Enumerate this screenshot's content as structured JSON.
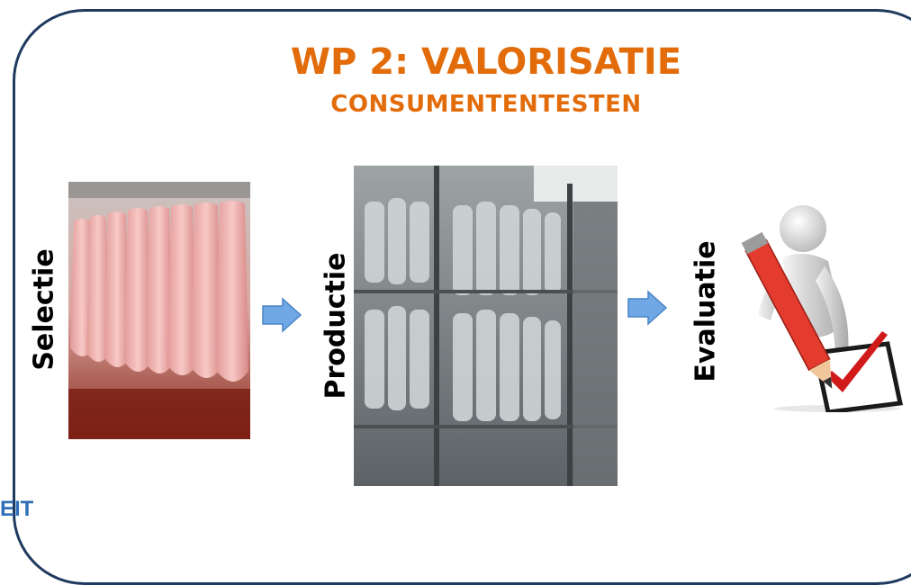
{
  "title": "WP 2: VALORISATIE",
  "subtitle": "CONSUMENTENTESTEN",
  "steps": [
    {
      "label": "Selectie"
    },
    {
      "label": "Productie"
    },
    {
      "label": "Evaluatie"
    }
  ],
  "logo_fragment": "EIT",
  "colors": {
    "title": "#e36c0a",
    "frame": "#1f3a5f",
    "arrow": "#5b9bd5",
    "logo": "#2f6fb5"
  },
  "icons": [
    "arrow-right-icon",
    "pencil-checkbox-icon"
  ]
}
